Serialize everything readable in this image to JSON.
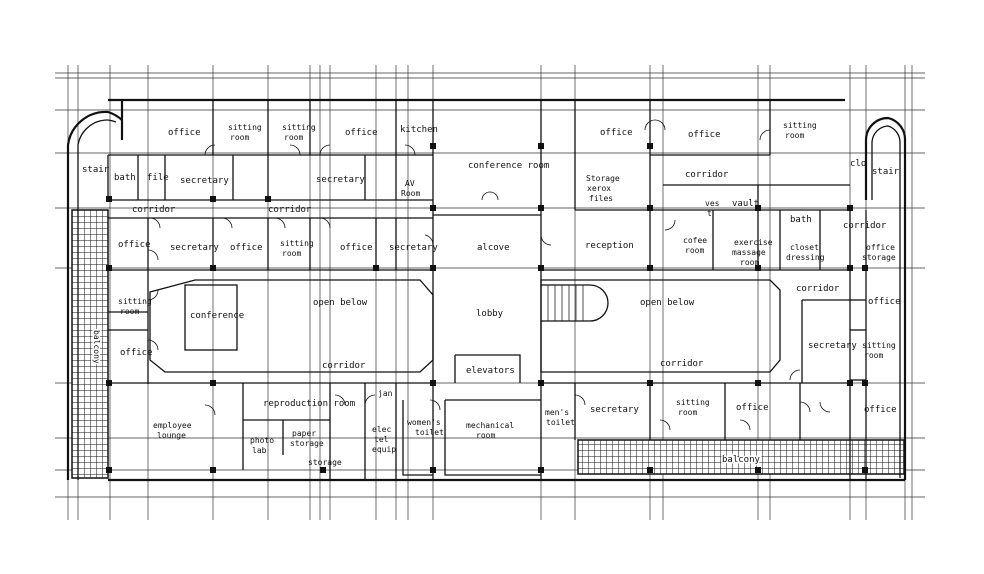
{
  "rooms": {
    "office_top_left": "office",
    "sitting_room_top_left": "sitting\nroom",
    "sitting_room_top_mid": "sitting\nroom",
    "office_top_mid": "office",
    "kitchen": "kitchen",
    "conference_room": "conference room",
    "office_top_right": "office",
    "office_top_right2": "office",
    "sitting_room_top_right": "sitting\nroom",
    "stair_left": "stair",
    "stair_right": "stair",
    "bath_left": "bath",
    "file": "file",
    "secretary_top_left": "secretary",
    "secretary_top_mid": "secretary",
    "av_room": "AV\nRoom",
    "storage_xerox_files": "Storage\nxerox\nfiles",
    "corridor_top_right": "corridor",
    "clo": "clo",
    "corridor_left": "corridor",
    "corridor_mid_left": "corridor",
    "ves": "ves\nt",
    "vault": "vault",
    "bath_right": "bath",
    "corridor_right": "corridor",
    "office_left1": "office",
    "secretary_left": "secretary",
    "office_left2": "office",
    "sitting_room_left": "sitting\nroom",
    "office_left3": "office",
    "secretary_left2": "secretary",
    "alcove": "alcove",
    "reception": "reception",
    "cofee_room": "cofee\nroom",
    "exercise_massage_room": "exercise\nmassage\nroom",
    "closet_dressing": "closet\ndressing",
    "office_storage": "office\nstorage",
    "sitting_room_west": "sitting\nroom",
    "conference_left": "conference",
    "open_below_left": "open below",
    "lobby": "lobby",
    "open_below_right": "open below",
    "corridor_east": "corridor",
    "office_east": "office",
    "office_west": "office",
    "secretary_east": "secretary",
    "sitting_room_east": "sitting\nroom",
    "corridor_center_left": "corridor",
    "elevators": "elevators",
    "corridor_center_right": "corridor",
    "employee_lounge": "employee\nlounge",
    "reproduction_room": "reproduction room",
    "jan": "jan",
    "photo_lab": "photo\nlab",
    "paper_storage": "paper\nstorage",
    "storage": "storage",
    "electrical_equip": "elec\ntel\nequip",
    "womens_toilet": "women's\ntoilet",
    "mechanical_room": "mechanical\nroom",
    "mens_toilet": "men's\ntoilet",
    "secretary_bottom": "secretary",
    "sitting_room_bottom": "sitting\nroom",
    "office_bottom": "office",
    "office_far_east": "office",
    "balcony_right": "balcony",
    "balcony_left": "balcony"
  }
}
